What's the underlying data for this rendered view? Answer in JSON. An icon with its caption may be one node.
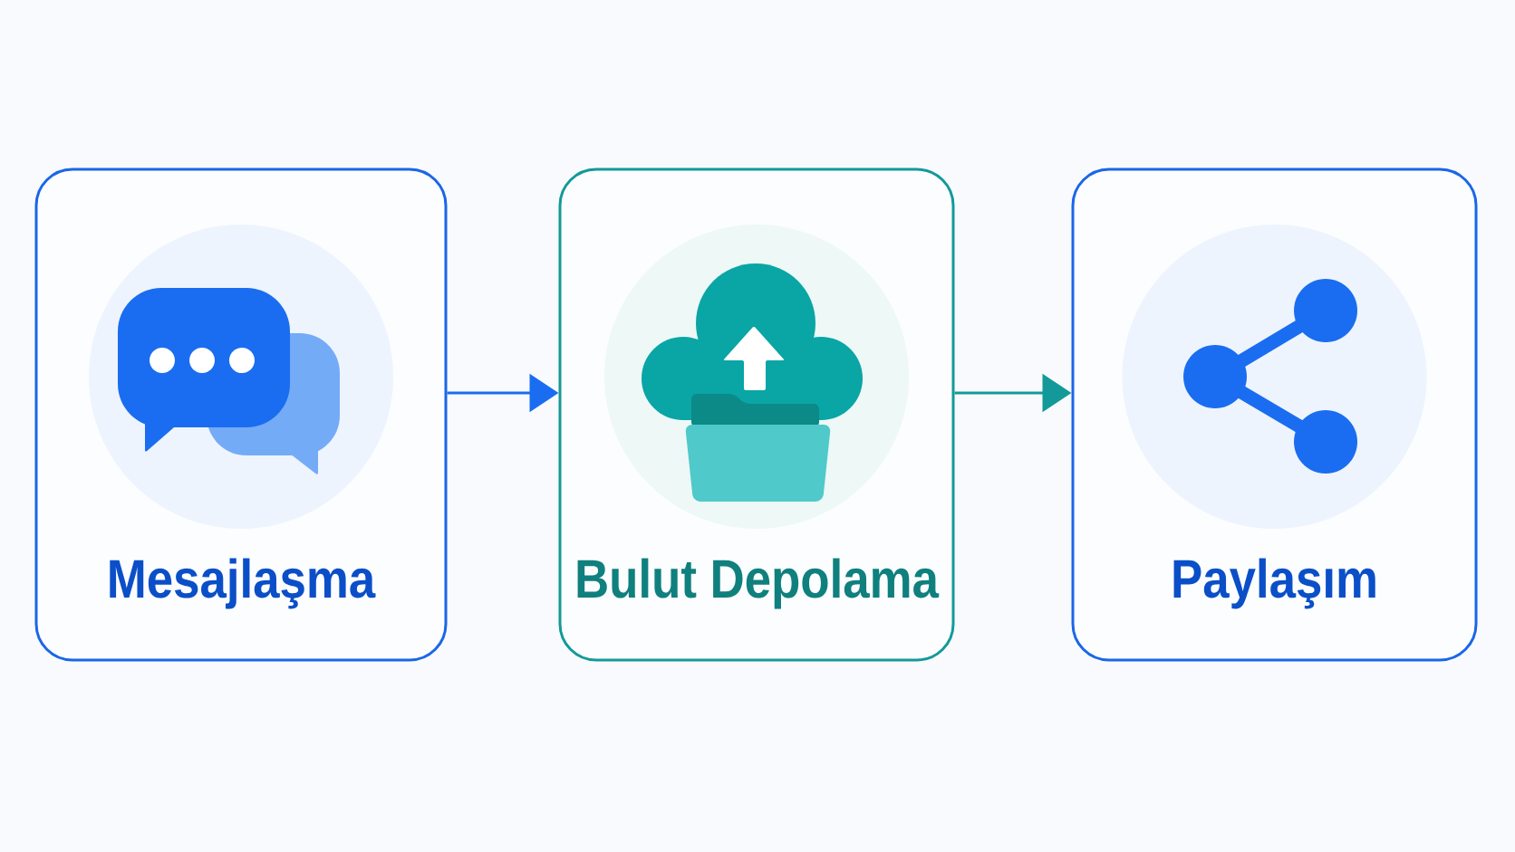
{
  "diagram": {
    "nodes": [
      {
        "text": [
          "Mesajlaşma"
        ]
      },
      {
        "text": [
          "Bulut Depolama"
        ]
      },
      {
        "text": [
          "Paylaşım"
        ]
      }
    ],
    "edges": [
      {
        "from": 0,
        "to": 1,
        "arrow": "to",
        "color": "#1a6df0"
      },
      {
        "from": 1,
        "to": 2,
        "arrow": "to",
        "color": "#14999a"
      }
    ]
  }
}
